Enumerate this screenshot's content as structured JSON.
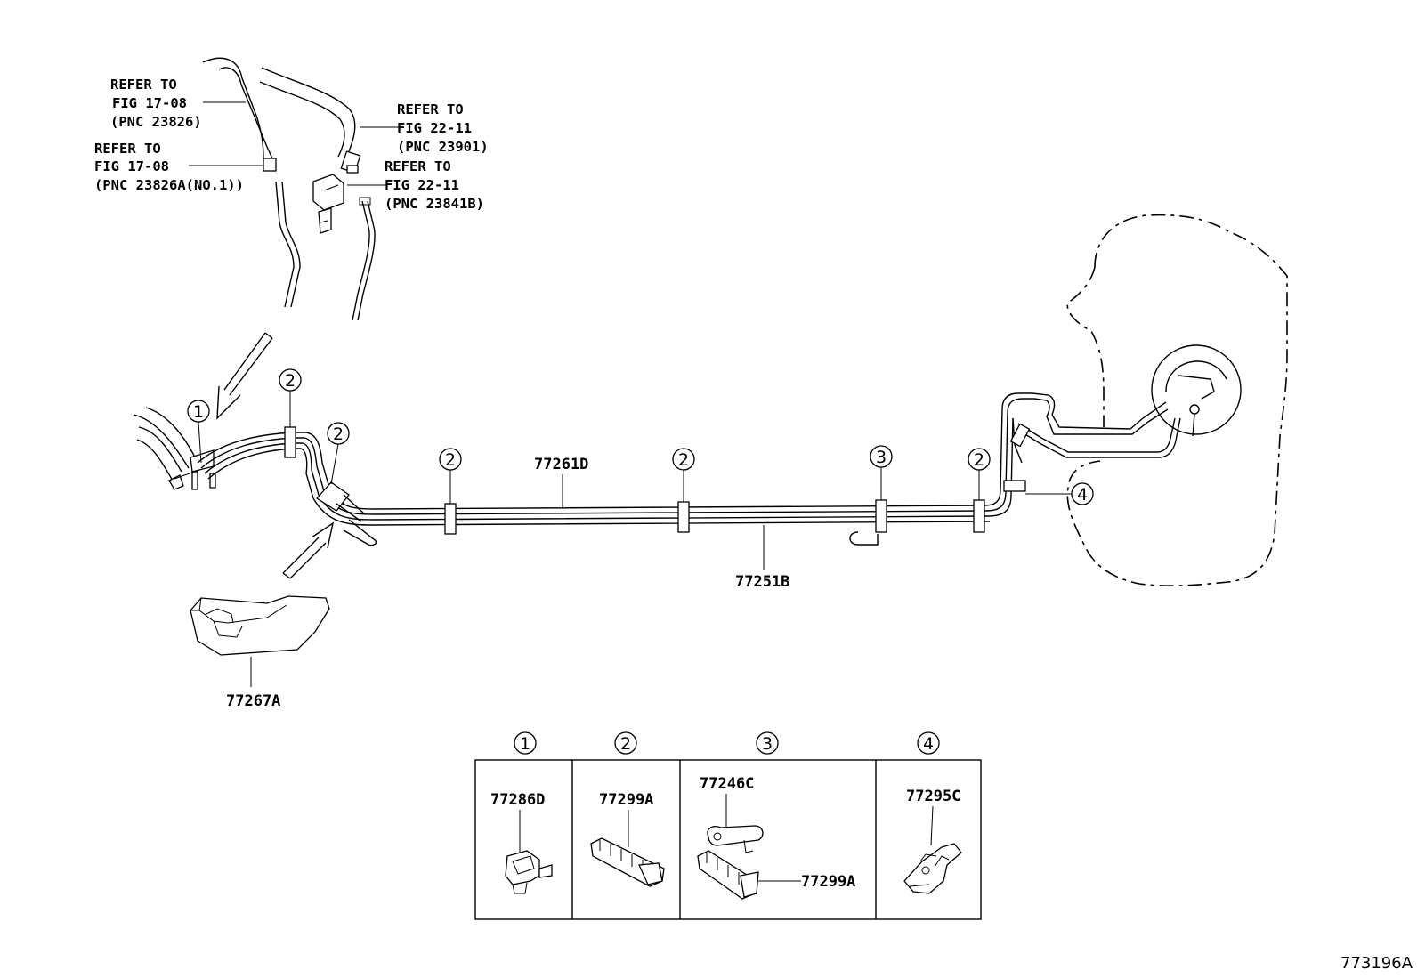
{
  "references": [
    {
      "line1": "REFER TO",
      "line2": "FIG 17-08",
      "line3": "(PNC 23826)"
    },
    {
      "line1": "REFER TO",
      "line2": "FIG 17-08",
      "line3": "(PNC 23826A(NO.1))"
    },
    {
      "line1": "REFER TO",
      "line2": "FIG 22-11",
      "line3": "(PNC 23901)"
    },
    {
      "line1": "REFER TO",
      "line2": "FIG 22-11",
      "line3": "(PNC 23841B)"
    }
  ],
  "part_numbers": {
    "tube_upper": "77261D",
    "tube_lower": "77251B",
    "protector": "77267A"
  },
  "callouts": {
    "c1": "1",
    "c2": "2",
    "c3": "3",
    "c4": "4"
  },
  "legend": [
    {
      "num": "1",
      "parts": [
        "77286D"
      ]
    },
    {
      "num": "2",
      "parts": [
        "77299A"
      ]
    },
    {
      "num": "3",
      "parts": [
        "77246C",
        "77299A"
      ]
    },
    {
      "num": "4",
      "parts": [
        "77295C"
      ]
    }
  ],
  "figure_id": "773196A"
}
